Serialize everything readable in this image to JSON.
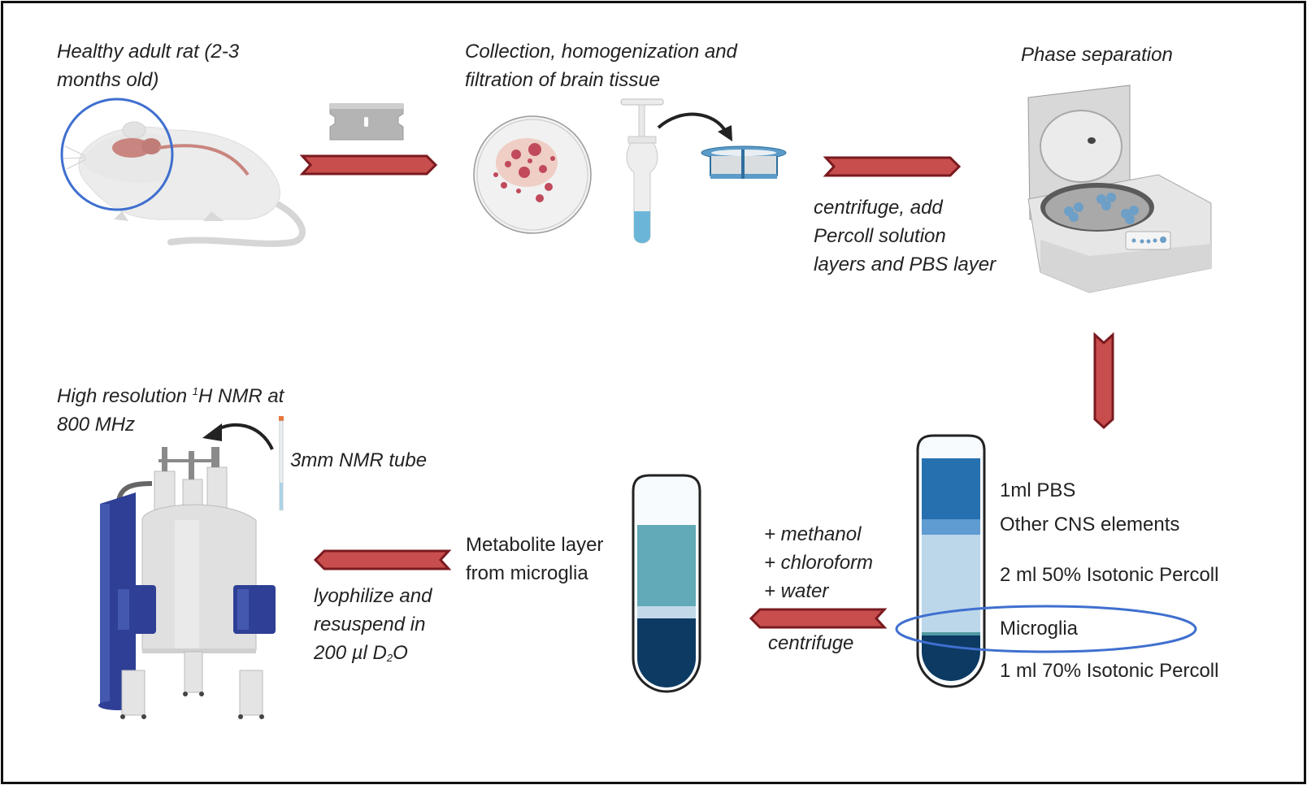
{
  "figure": {
    "title": "Workflow for microglia isolation and 1H NMR metabolomics",
    "colors": {
      "arrow_fill": "#c84e4e",
      "arrow_stroke": "#7a1a1f",
      "highlight_ring": "#3f6fcf",
      "pbs_layer": "#2670b0",
      "cns_layer": "#5e9cd2",
      "percoll50_layer": "#bdd7ea",
      "microglia_band": "#4f9aa2",
      "percoll70_layer": "#0c3a63",
      "metabolite_layer": "#62aab7",
      "interphase_layer": "#c3d9ea",
      "organic_layer": "#0c3a63",
      "nmr_blue": "#2e3f95"
    }
  },
  "steps": {
    "rat": {
      "label_line1": "Healthy adult rat (2-3",
      "label_line2": "months old)",
      "icon": "rat-icon"
    },
    "tissue": {
      "label_line1": "Collection, homogenization and",
      "label_line2": "filtration of brain tissue",
      "icons": [
        "razor-blade-icon",
        "petri-dish-icon",
        "homogenizer-icon",
        "cell-strainer-icon"
      ]
    },
    "centrifuge_step": {
      "label_line1": "centrifuge, add",
      "label_line2": "Percoll solution",
      "label_line3": "layers and PBS layer"
    },
    "phase": {
      "label": "Phase separation",
      "icon": "centrifuge-icon"
    },
    "gradient_tube": {
      "layers": [
        {
          "label": "1ml PBS"
        },
        {
          "label": "Other CNS elements"
        },
        {
          "label": "2 ml 50% Isotonic Percoll"
        },
        {
          "label": "Microglia"
        },
        {
          "label": "1 ml 70% Isotonic Percoll"
        }
      ]
    },
    "extraction": {
      "reagent1": "+ methanol",
      "reagent2": "+ chloroform",
      "reagent3": "+ water",
      "action": "centrifuge"
    },
    "metabolite": {
      "label_line1": "Metabolite layer",
      "label_line2": "from microglia"
    },
    "lyophilize": {
      "label_line1": "lyophilize and",
      "label_line2": "resuspend in",
      "label_prefix3": "200 µl D",
      "label_sub3": "2",
      "label_suffix3": "O"
    },
    "nmr": {
      "label_prefix1": "High resolution ",
      "label_sup1": "1",
      "label_suffix1": "H NMR at",
      "label_line2": "800 MHz",
      "tube_label": "3mm NMR tube",
      "icon": "nmr-spectrometer-icon"
    }
  }
}
